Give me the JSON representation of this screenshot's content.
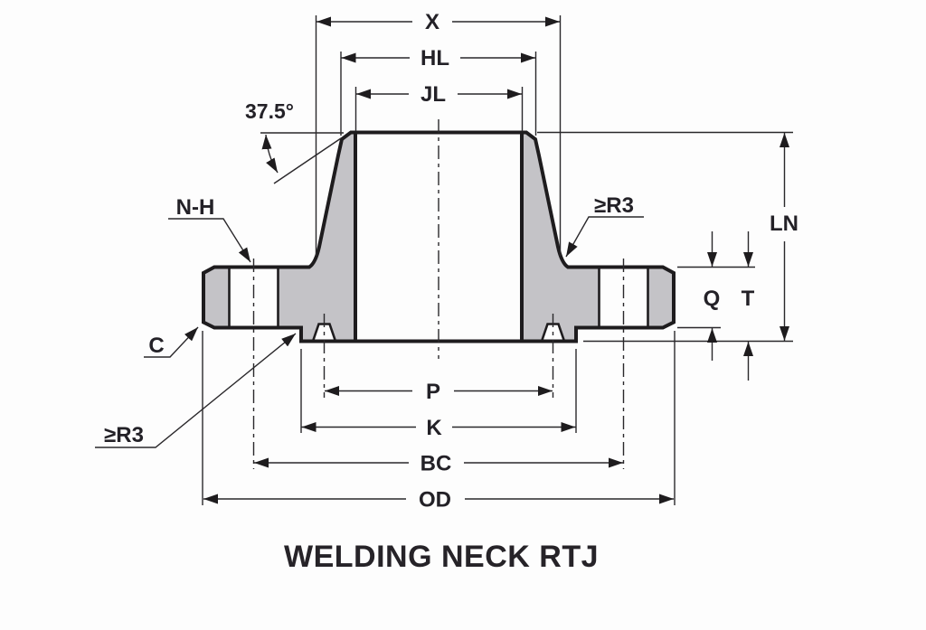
{
  "title": "WELDING NECK RTJ",
  "diagram_type": "flange-cross-section",
  "labels": {
    "x": "X",
    "hl": "HL",
    "jl": "JL",
    "p": "P",
    "k": "K",
    "bc": "BC",
    "od": "OD",
    "q": "Q",
    "t": "T",
    "ln": "LN",
    "angle": "37.5°",
    "bolt_holes": "N-H",
    "chamfer": "C",
    "fillet_left": "≥R3",
    "fillet_right": "≥R3"
  },
  "colors": {
    "section_fill": "#c4c3c7",
    "line": "#1e1c1e",
    "text": "#232127",
    "background": "#fdfdfd"
  }
}
